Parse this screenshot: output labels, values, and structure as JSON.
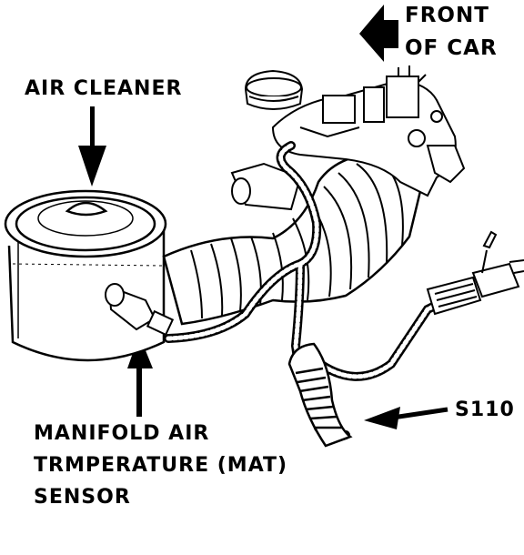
{
  "labels": {
    "front_line1": "FRONT",
    "front_line2": "OF CAR",
    "air_cleaner": "AIR CLEANER",
    "mat_line1": "MANIFOLD AIR",
    "mat_line2": "TRMPERATURE (MAT)",
    "mat_line3": "SENSOR",
    "connector": "S110"
  },
  "colors": {
    "ink": "#000000",
    "paper": "#ffffff"
  }
}
